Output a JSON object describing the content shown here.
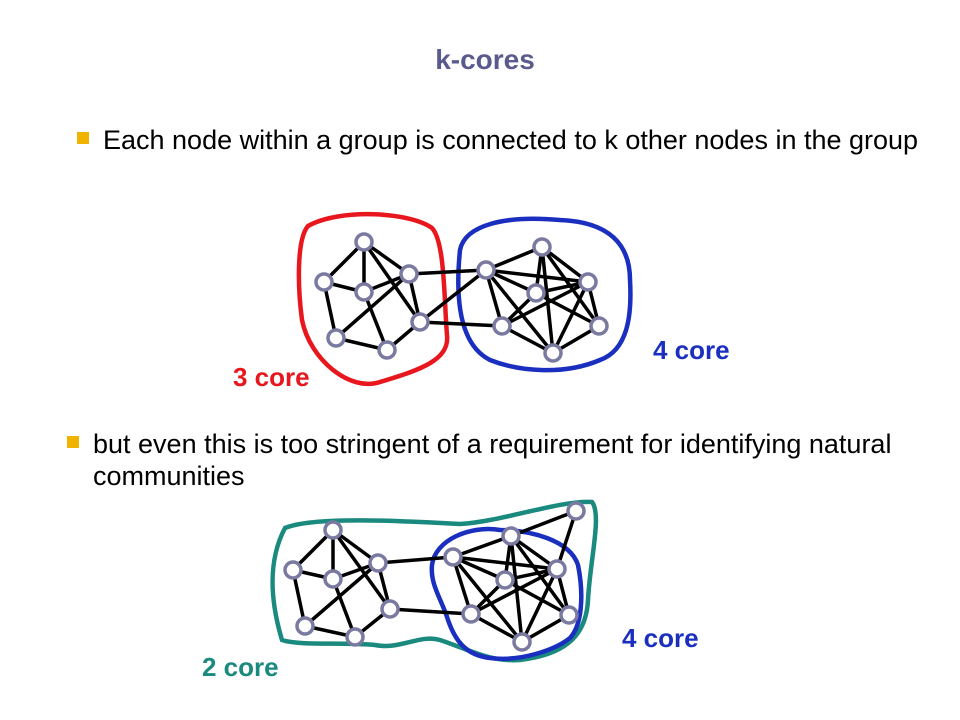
{
  "title": "k-cores",
  "bullets": [
    "Each node within a group is connected to k other nodes in the group",
    "but even this is too stringent of a requirement for identifying natural communities"
  ],
  "labels": {
    "top_red": "3 core",
    "top_blue": "4 core",
    "bottom_teal": "2 core",
    "bottom_blue": "4 core"
  },
  "colors": {
    "title": "#5a5a8c",
    "bullet_marker": "#f0b400",
    "red": "#e8171e",
    "blue": "#1a2fbf",
    "teal": "#1a8a7f",
    "node_fill": "#ffffff",
    "node_stroke": "#7a7aa0",
    "edge": "#000000"
  }
}
